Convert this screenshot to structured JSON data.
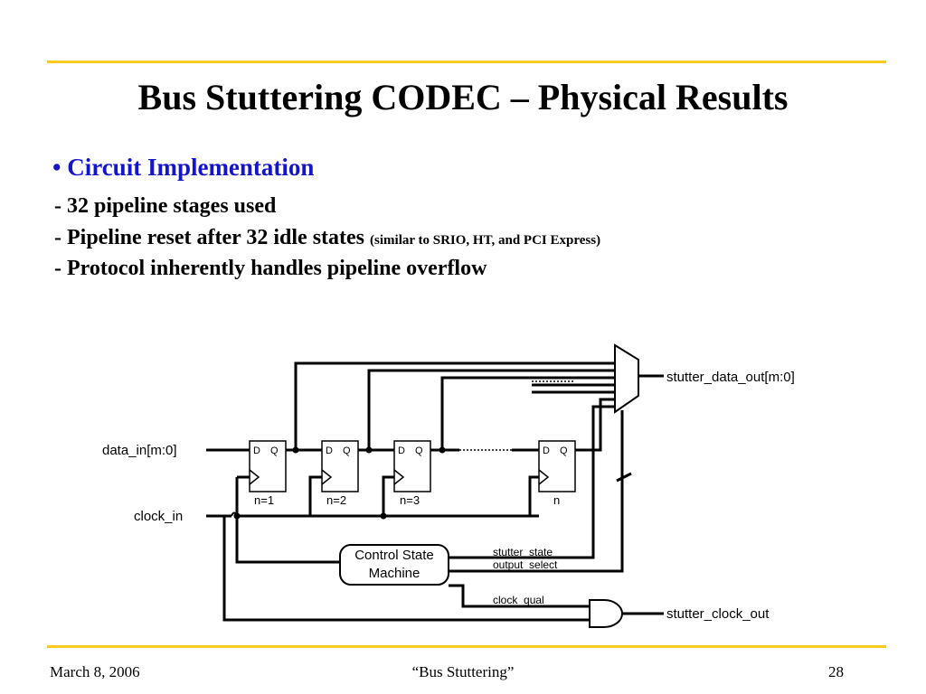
{
  "slide": {
    "title": "Bus Stuttering CODEC – Physical Results",
    "bullet": "• Circuit Implementation",
    "sub1": "- 32 pipeline stages used",
    "sub2_main": "- Pipeline reset after 32 idle states",
    "sub2_note": "(similar to SRIO, HT, and PCI Express)",
    "sub3": "- Protocol inherently handles pipeline overflow",
    "accent_color": "#f5cc1f",
    "bullet_color": "#1414c8"
  },
  "diagram": {
    "data_in": "data_in[m:0]",
    "clock_in": "clock_in",
    "data_out": "stutter_data_out[m:0]",
    "clock_out": "stutter_clock_out",
    "ff_d": "D",
    "ff_q": "Q",
    "ff_labels": [
      "n=1",
      "n=2",
      "n=3",
      "n"
    ],
    "csm_line1": "Control State",
    "csm_line2": "Machine",
    "sig_state": "stutter_state",
    "sig_select": "output_select",
    "sig_qual": "clock_qual"
  },
  "footer": {
    "date": "March 8, 2006",
    "center": "“Bus Stuttering”",
    "page": "28"
  }
}
